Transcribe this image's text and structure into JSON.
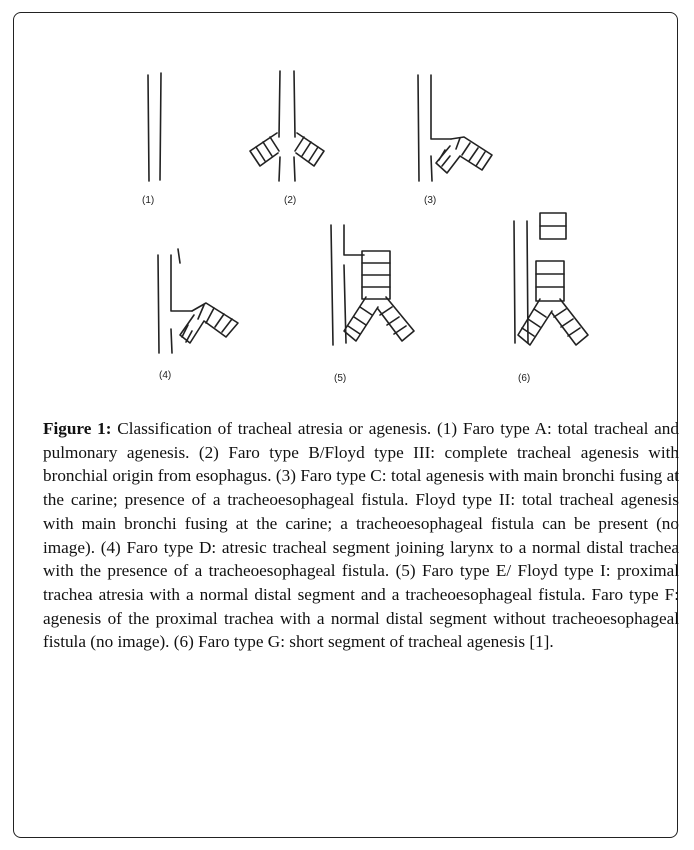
{
  "figure": {
    "panels": [
      {
        "label": "(1)"
      },
      {
        "label": "(2)"
      },
      {
        "label": "(3)"
      },
      {
        "label": "(4)"
      },
      {
        "label": "(5)"
      },
      {
        "label": "(6)"
      }
    ]
  },
  "caption": {
    "label": "Figure 1:",
    "text": " Classification of tracheal atresia or agenesis. (1) Faro type A: total tracheal and pulmonary agenesis. (2) Faro type B/Floyd type III: complete tracheal agenesis with bronchial origin from esophagus. (3) Faro type C: total agenesis with main bronchi fusing at the carine; presence of a tracheoesophageal fistula. Floyd type II: total tracheal agenesis with main bronchi fusing at the carine; a tracheoesophageal fistula can be present (no image). (4) Faro type D: atresic tracheal segment joining larynx to a normal distal trachea with the presence of a tracheoesophageal fistula. (5) Faro type E/ Floyd type I: proximal trachea atresia with a normal distal segment and a tracheoesophageal fistula. Faro type F: agenesis of the proximal trachea with a normal distal segment without tracheoesophageal fistula (no image). (6) Faro type G: short segment of tracheal agenesis [1]."
  }
}
